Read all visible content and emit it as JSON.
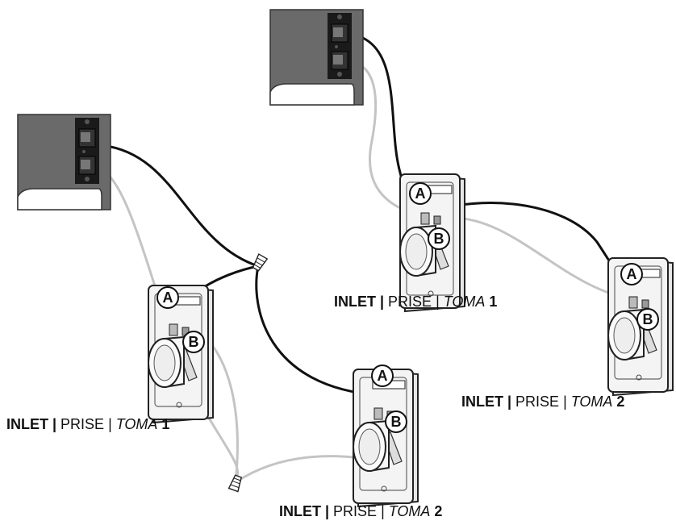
{
  "colors": {
    "wall_box": "#6a6a6a",
    "wire_black": "#111111",
    "wire_gray": "#c4c4c4",
    "inlet_plate": "#f1f1f1",
    "outline": "#222222"
  },
  "labels": {
    "terminal_a": "A",
    "terminal_b": "B"
  },
  "captions": [
    {
      "inlet": "INLET |",
      "prise": " PRISE | ",
      "toma": "TOMA",
      "num": " 1"
    },
    {
      "inlet": "INLET |",
      "prise": " PRISE | ",
      "toma": "TOMA",
      "num": " 2"
    },
    {
      "inlet": "INLET |",
      "prise": " PRISE | ",
      "toma": "TOMA",
      "num": " 1"
    },
    {
      "inlet": "INLET |",
      "prise": " PRISE | ",
      "toma": "TOMA",
      "num": " 2"
    }
  ],
  "icons": {
    "wire_nut": "wire-nut-icon",
    "wall_connector": "wall-terminal-block-icon",
    "inlet": "vacuum-inlet-icon"
  }
}
